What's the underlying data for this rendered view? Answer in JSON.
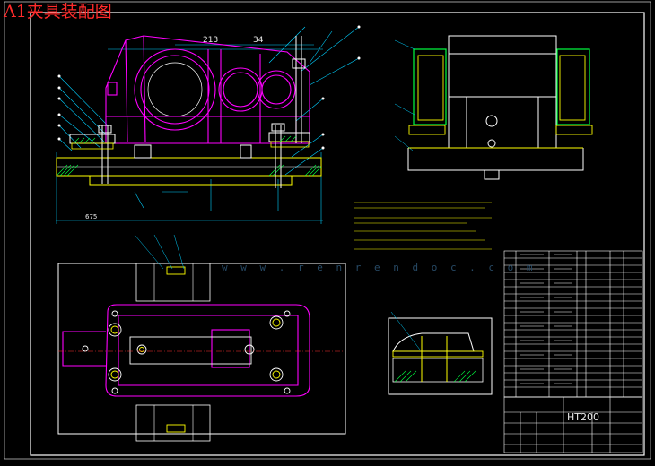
{
  "drawing": {
    "title": "A1夹具装配图",
    "watermark": "w w w . r e n r e n d o c . c o m",
    "material": "HT200",
    "dims": {
      "d213": "213",
      "d34": "34",
      "d675": "675"
    }
  },
  "colors": {
    "background": "#000000",
    "part_outline": "#ff00ff",
    "fixture": "#ffff00",
    "white_lines": "#ffffff",
    "dimension": "#00d0ff",
    "section_hatch": "#00ff40",
    "balloon": "#ffffff",
    "title_red": "#ff2a2a"
  }
}
